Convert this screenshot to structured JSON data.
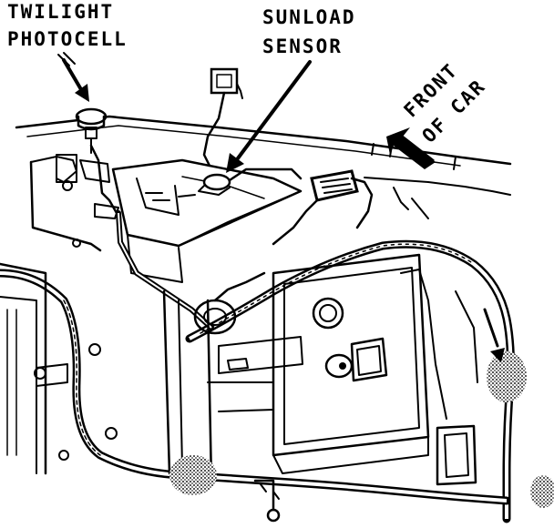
{
  "labels": {
    "twilight_line1": "TWILIGHT",
    "twilight_line2": "PHOTOCELL",
    "sunload_line1": "SUNLOAD",
    "sunload_line2": "SENSOR",
    "front_line1": "FRONT",
    "front_line2": "OF CAR"
  },
  "colors": {
    "ink": "#000000",
    "paper": "#ffffff",
    "stipple": "#7a7a7a"
  }
}
